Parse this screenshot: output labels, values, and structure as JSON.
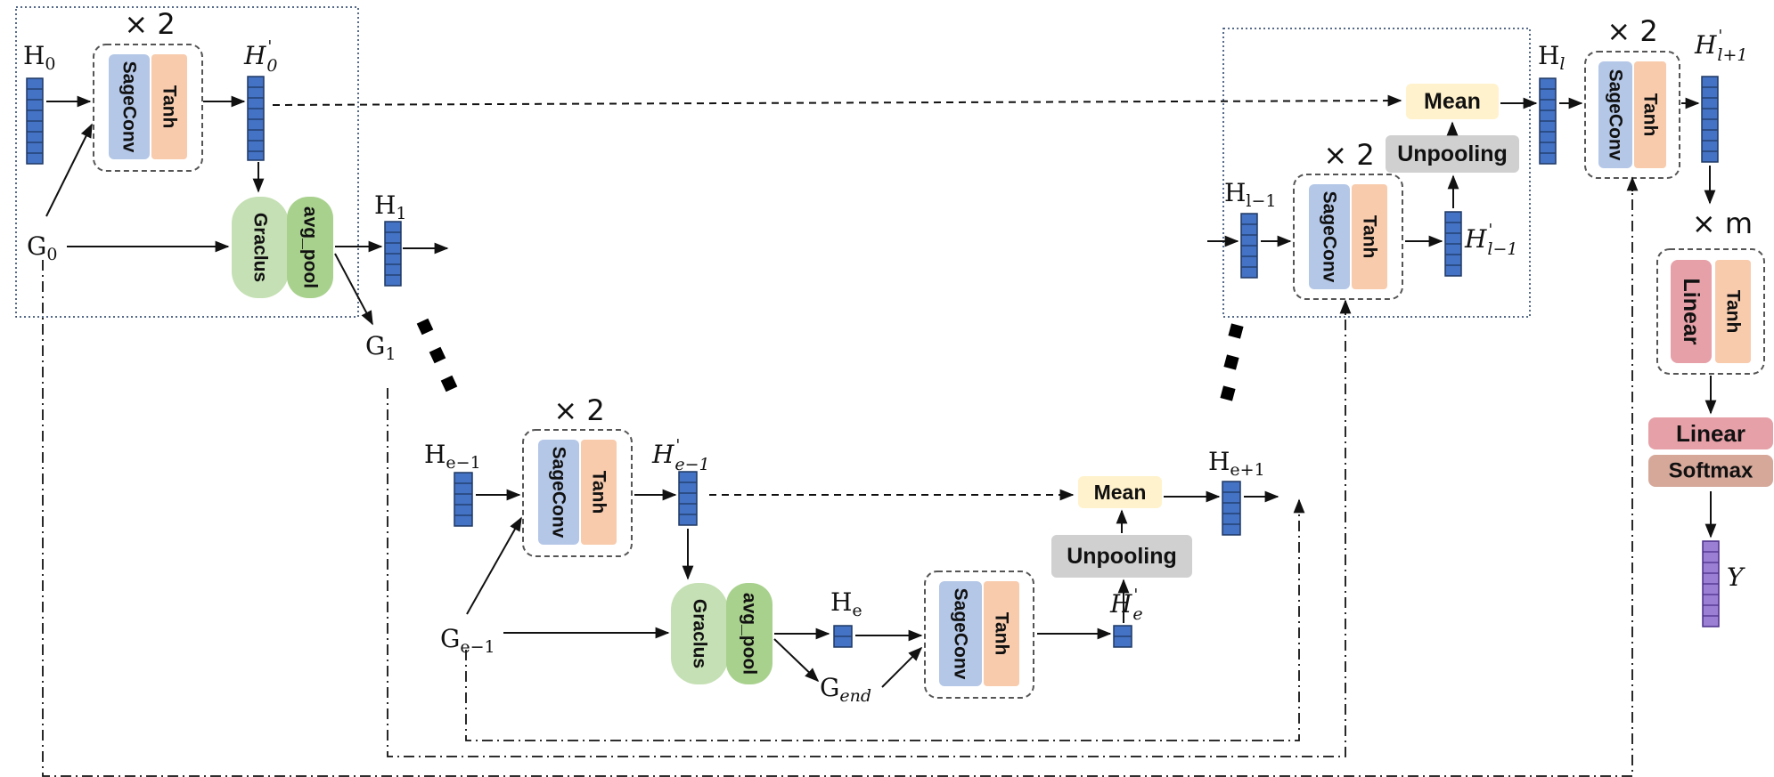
{
  "colors": {
    "vector": "#4472c4",
    "vector_stroke": "#1f3864",
    "output_vector": "#9b7fd4",
    "sageconv": "#b4c7e7",
    "tanh": "#f8cbad",
    "graclus": "#c5e0b4",
    "avg_pool": "#a9d18e",
    "mean": "#fff2cc",
    "unpooling": "#d0d0d0",
    "linear": "#e6a0a8",
    "softmax": "#d5a89a"
  },
  "labels": {
    "H0": "H",
    "H0_sub": "0",
    "H0p": "H",
    "H0p_sup": "'",
    "H0p_sub": "0",
    "G0": "G",
    "G0_sub": "0",
    "H1": "H",
    "H1_sub": "1",
    "G1": "G",
    "G1_sub": "1",
    "He1": "H",
    "He1_sub": "e−1",
    "He1p": "H",
    "He1p_sup": "'",
    "He1p_sub": "e−1",
    "Ge1": "G",
    "Ge1_sub": "e−1",
    "He": "H",
    "He_sub": "e",
    "Gend": "G",
    "Gend_sub": "end",
    "Hep": "H",
    "Hep_sup": "'",
    "Hep_sub": "e",
    "He1plus": "H",
    "He1plus_sub": "e+1",
    "Hl1": "H",
    "Hl1_sub": "l−1",
    "Hl1p": "H",
    "Hl1p_sup": "'",
    "Hl1p_sub": "l−1",
    "Hl": "H",
    "Hl_sub": "l",
    "Hlp1": "H",
    "Hlp1_sup": "'",
    "Hlp1_sub": "l+1",
    "Y": "Y"
  },
  "multipliers": {
    "top_left": "× 2",
    "bottom_left": "× 2",
    "top_right": "× 2",
    "far_right": "× 2",
    "linear_block": "× m"
  },
  "blocks": {
    "sageconv": "SageConv",
    "tanh": "Tanh",
    "graclus": "Graclus",
    "avg_pool": "avg_pool",
    "mean": "Mean",
    "unpooling": "Unpooling",
    "linear": "Linear",
    "softmax": "Softmax"
  }
}
